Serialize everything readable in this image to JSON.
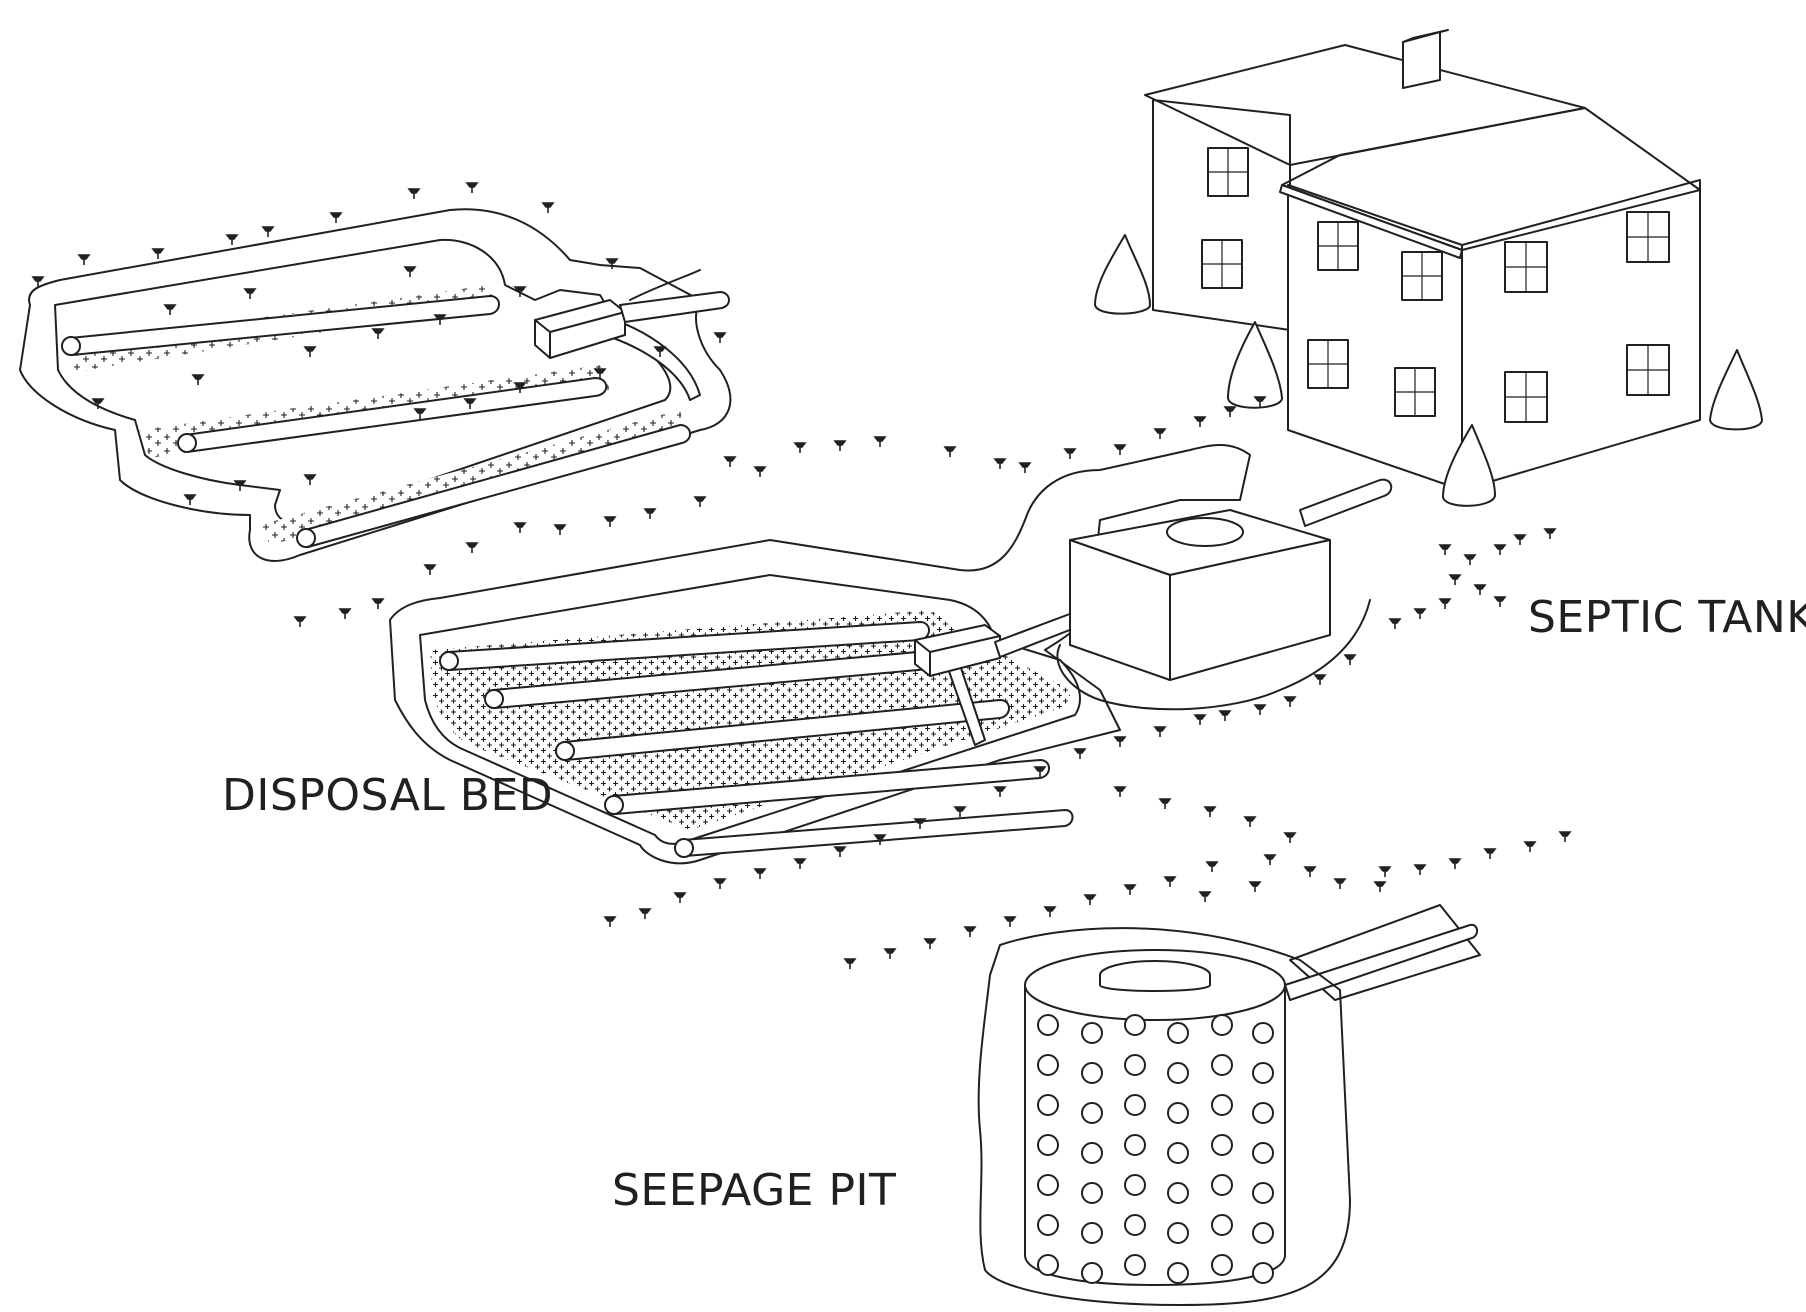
{
  "labels": {
    "disposal_bed": "DISPOSAL BED",
    "septic_tank": "SEPTIC TANK",
    "seepage_pit": "SEEPAGE PIT"
  },
  "colors": {
    "ink": "#231f20",
    "background": "#ffffff"
  }
}
